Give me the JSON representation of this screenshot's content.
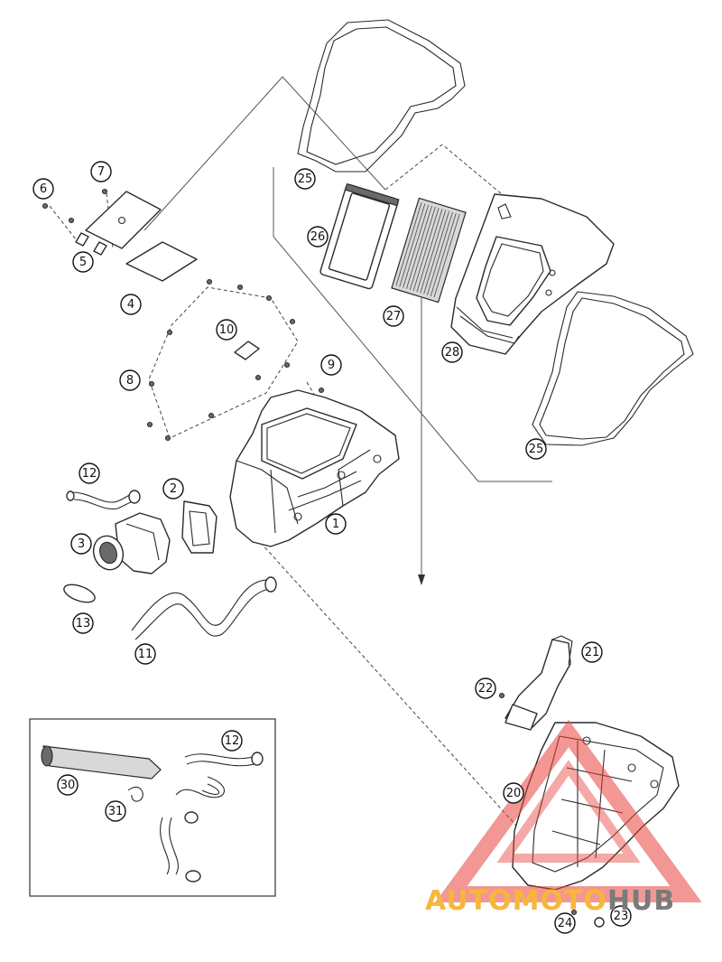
{
  "callouts": [
    "1",
    "2",
    "3",
    "4",
    "5",
    "6",
    "7",
    "8",
    "9",
    "10",
    "11",
    "12",
    "12",
    "13",
    "20",
    "21",
    "22",
    "23",
    "24",
    "25",
    "25",
    "26",
    "27",
    "28",
    "30",
    "31"
  ],
  "watermark": {
    "prefix": "AUTOMOTO",
    "suffix": "HUB",
    "colors": {
      "triangle": "#e8413a",
      "prefix": "#f6b73c",
      "suffix": "#7a7a7a"
    }
  }
}
